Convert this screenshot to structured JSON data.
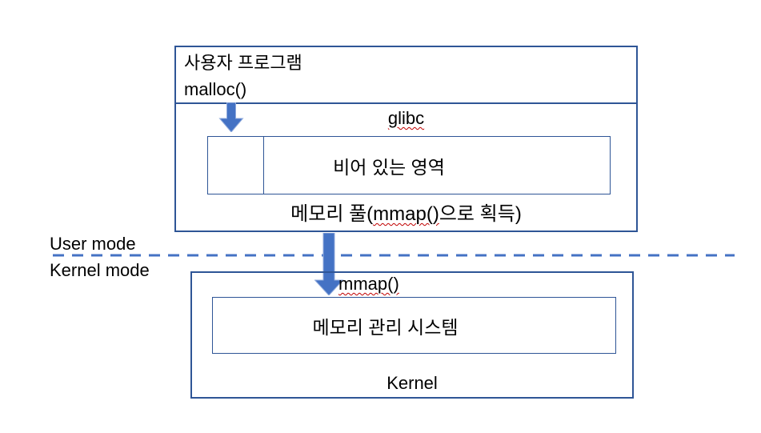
{
  "user_box": {
    "title": "사용자 프로그램",
    "call": "malloc()",
    "glibc_label": "glibc",
    "pool": {
      "free_area": "비어 있는 영역",
      "caption_prefix": "메모리 풀(",
      "caption_func": "mmap()",
      "caption_suffix": "으로 획득)"
    }
  },
  "mode_divider": {
    "above": "User mode",
    "below": "Kernel mode"
  },
  "kernel_box": {
    "syscall": "mmap()",
    "inner_label": "메모리 관리 시스템",
    "label": "Kernel"
  },
  "colors": {
    "box_border": "#2e5596",
    "arrow_fill": "#4472c4",
    "divider_dash": "#4472c4",
    "spellcheck_squiggle": "#c00000",
    "text": "#000000",
    "background": "#ffffff"
  }
}
